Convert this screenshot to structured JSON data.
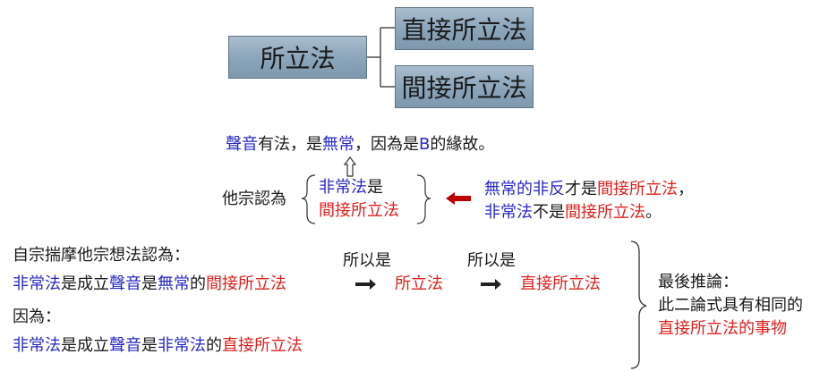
{
  "tree": {
    "root": "所立法",
    "children": [
      "直接所立法",
      "間接所立法"
    ]
  },
  "thesis": {
    "parts": [
      {
        "text": "聲音",
        "color": "blue"
      },
      {
        "text": "有法，是",
        "color": "black"
      },
      {
        "text": "無常",
        "color": "blue"
      },
      {
        "text": "，因為是",
        "color": "black"
      },
      {
        "text": "B",
        "color": "blue"
      },
      {
        "text": "的緣故。",
        "color": "black"
      }
    ]
  },
  "opponent": {
    "label": "他宗認為",
    "line1_blue": "非常法",
    "line1_black": "是",
    "line2_red": "間接所立法"
  },
  "reason_right": {
    "line1": [
      {
        "text": "無常的非反",
        "color": "blue"
      },
      {
        "text": "才是",
        "color": "black"
      },
      {
        "text": "間接所立法",
        "color": "red"
      },
      {
        "text": "，",
        "color": "black"
      }
    ],
    "line2": [
      {
        "text": "非常法",
        "color": "blue"
      },
      {
        "text": "不是",
        "color": "black"
      },
      {
        "text": "間接所立法",
        "color": "red"
      },
      {
        "text": "。",
        "color": "black"
      }
    ]
  },
  "inference": {
    "intro": "自宗揣摩他宗想法認為：",
    "premise1": [
      {
        "text": "非常法",
        "color": "blue"
      },
      {
        "text": "是成立",
        "color": "black"
      },
      {
        "text": "聲音",
        "color": "blue"
      },
      {
        "text": "是",
        "color": "black"
      },
      {
        "text": "無常",
        "color": "blue"
      },
      {
        "text": "的",
        "color": "black"
      },
      {
        "text": "間接所立法",
        "color": "red"
      }
    ],
    "because": "因為：",
    "premise2": [
      {
        "text": "非常法",
        "color": "blue"
      },
      {
        "text": "是成立",
        "color": "black"
      },
      {
        "text": "聲音",
        "color": "blue"
      },
      {
        "text": "是",
        "color": "black"
      },
      {
        "text": "非常法",
        "color": "blue"
      },
      {
        "text": "的",
        "color": "black"
      },
      {
        "text": "直接所立法",
        "color": "red"
      }
    ],
    "so_label_1": "所以是",
    "so_result_1": "所立法",
    "so_label_2": "所以是",
    "so_result_2": "直接所立法"
  },
  "conclusion": {
    "title": "最後推論：",
    "line2": "此二論式具有相同的",
    "line3": "直接所立法的事物"
  },
  "colors": {
    "blue": "#2828c8",
    "red": "#e0201c",
    "arrow_red": "#c00000",
    "box": "#8aa4ba"
  }
}
